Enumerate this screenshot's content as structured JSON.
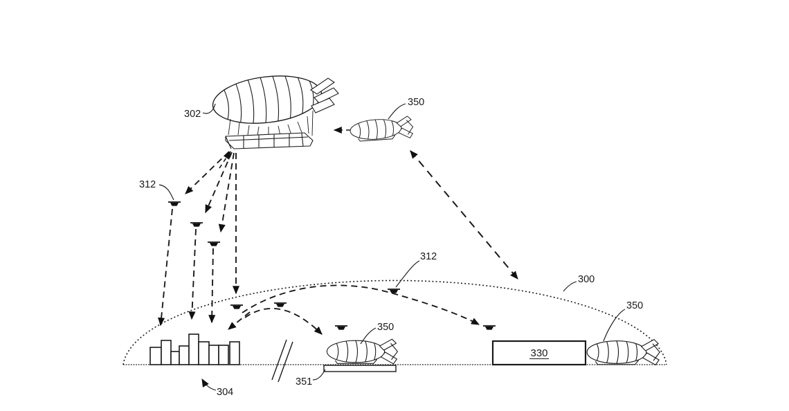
{
  "figure": {
    "kind": "patent-line-drawing",
    "background_color": "#ffffff",
    "ink_color": "#1a1a1a"
  },
  "labels": {
    "ref302": "302",
    "ref312_left": "312",
    "ref312_mid": "312",
    "ref350_top": "350",
    "ref350_ground": "350",
    "ref350_right": "350",
    "ref300": "300",
    "ref304": "304",
    "ref330": "330",
    "ref351": "351"
  },
  "elements": [
    {
      "ref": "302",
      "icon": "airship-with-platform-icon",
      "meaning": "large airship / airborne fulfillment center"
    },
    {
      "ref": "312",
      "icon": "drone-icon",
      "meaning": "UAVs descending from airship and inside dome"
    },
    {
      "ref": "350",
      "icon": "small-blimp-icon",
      "meaning": "shuttle blimps (aloft, on runway, at right)"
    },
    {
      "ref": "300",
      "icon": "dotted-dome-boundary",
      "meaning": "coverage/airspace dome"
    },
    {
      "ref": "304",
      "icon": "city-skyline-icon",
      "meaning": "city buildings / delivery area"
    },
    {
      "ref": "330",
      "icon": "building-rectangle",
      "meaning": "ground facility"
    },
    {
      "ref": "351",
      "icon": "runway-platform",
      "meaning": "landing strip for shuttle"
    }
  ]
}
